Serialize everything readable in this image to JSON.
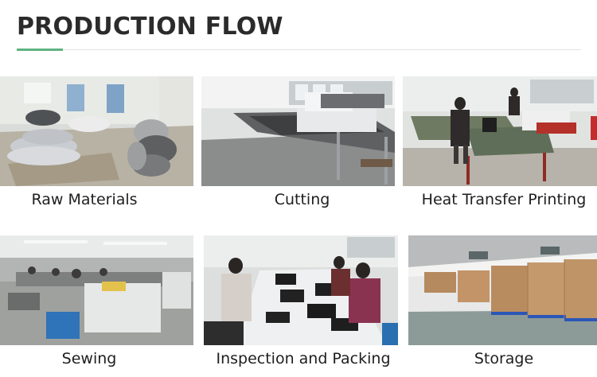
{
  "page": {
    "title": "PRODUCTION FLOW",
    "accent_color": "#5fb381"
  },
  "steps": [
    {
      "label": "Raw Materials"
    },
    {
      "label": "Cutting"
    },
    {
      "label": "Heat Transfer Printing"
    },
    {
      "label": "Sewing"
    },
    {
      "label": "Inspection and Packing"
    },
    {
      "label": "Storage"
    }
  ]
}
